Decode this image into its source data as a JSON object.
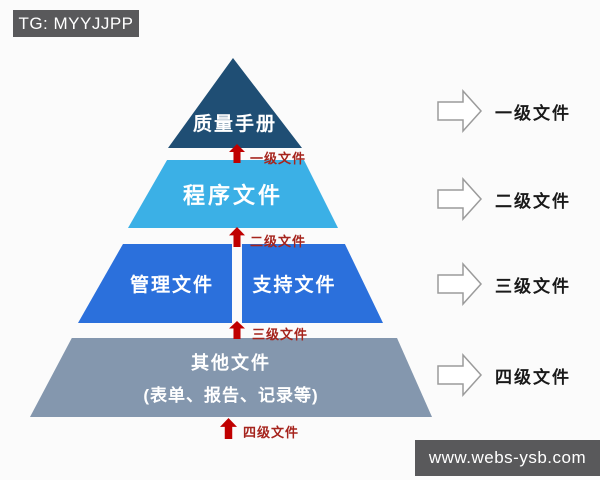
{
  "watermarks": {
    "top_left": "TG: MYYJJPP",
    "bottom_right": "www.webs-ysb.com"
  },
  "pyramid": {
    "tier1": {
      "label": "质量手册"
    },
    "tier2": {
      "label": "程序文件"
    },
    "tier3": {
      "left_label": "管理文件",
      "right_label": "支持文件"
    },
    "tier4": {
      "label": "其他文件",
      "sublabel": "(表单、报告、记录等)"
    }
  },
  "level_markers": {
    "level1": "一级文件",
    "level2": "二级文件",
    "level3": "三级文件",
    "level4": "四级文件"
  },
  "legend": {
    "level1": "一级文件",
    "level2": "二级文件",
    "level3": "三级文件",
    "level4": "四级文件"
  },
  "colors": {
    "tier1": "#1f4e74",
    "tier2": "#3bb0e6",
    "tier3": "#2b70dc",
    "tier4": "#8497ae",
    "red_arrow": "#c00000",
    "red_label": "#a6241d",
    "badge_background": "#59595b",
    "legend_arrow_outline": "#9b9b9b"
  }
}
